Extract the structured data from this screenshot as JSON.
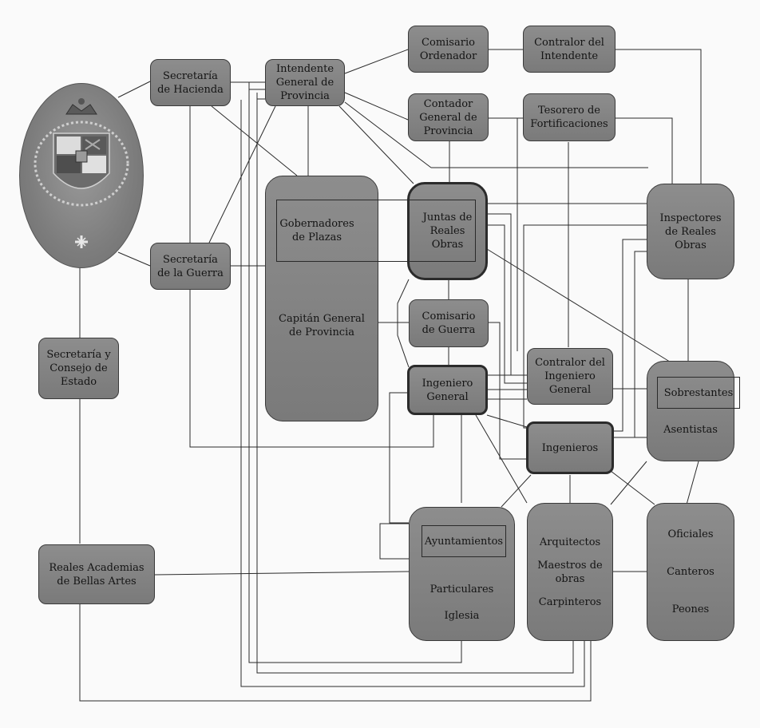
{
  "nodes": {
    "secretaria_hacienda": "Secretaría\nde Hacienda",
    "intendente_general": "Intendente\nGeneral de\nProvincia",
    "comisario_ordenador": "Comisario\nOrdenador",
    "contralor_intendente": "Contralor del\nIntendente",
    "contador_general": "Contador\nGeneral de\nProvincia",
    "tesorero_fortificaciones": "Tesorero de\nFortificaciones",
    "secretaria_guerra": "Secretaría\nde la Guerra",
    "gobernadores_plazas": "Gobernadores\nde Plazas",
    "capitan_general": "Capitán General\nde Provincia",
    "juntas_reales_obras": "Juntas de\nReales\nObras",
    "inspectores_reales_obras": "Inspectores\nde Reales\nObras",
    "comisario_guerra": "Comisario\nde Guerra",
    "secretaria_consejo_estado": "Secretaría y\nConsejo de\nEstado",
    "ingeniero_general": "Ingeniero\nGeneral",
    "contralor_ingeniero": "Contralor del\nIngeniero\nGeneral",
    "sobrestantes": "Sobrestantes",
    "asentistas": "Asentistas",
    "ingenieros": "Ingenieros",
    "ayuntamientos": "Ayuntamientos",
    "particulares": "Particulares",
    "iglesia": "Iglesia",
    "arquitectos": "Arquitectos",
    "maestros_obras": "Maestros de\nobras",
    "carpinteros": "Carpinteros",
    "oficiales": "Oficiales",
    "canteros": "Canteros",
    "peones": "Peones",
    "reales_academias": "Reales Academias\nde Bellas Artes"
  },
  "colors": {
    "box_fill": "#808080",
    "box_border": "#3a3a3a",
    "line": "#2a2a2a",
    "background": "#fafafa"
  },
  "icons": {
    "crest": "royal-coat-of-arms"
  }
}
